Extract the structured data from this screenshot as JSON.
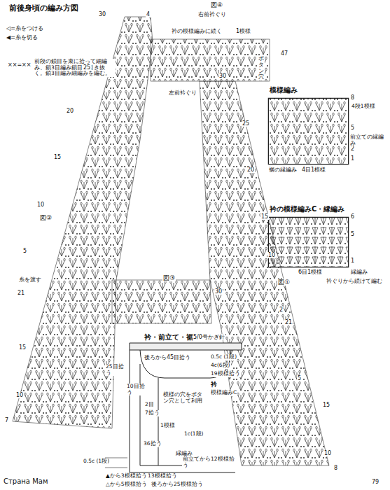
{
  "diagram": {
    "title": "前後身頃の編み方図",
    "nodes": [
      {
        "text": [
          "模様編み"
        ]
      },
      {
        "text": [
          "衿の模様編みC・縁編み"
        ]
      }
    ],
    "labels": [
      "××=××",
      "前段の鎖目を束に拾って細編み、鎖3目編み鎖目に引き抜く。鎖3目編み細編みを編む。",
      "30",
      "4",
      "25",
      "20",
      "15",
      "図②",
      "10",
      "5",
      "糸を渡す",
      "21",
      "15",
      "10",
      "7",
      "図④",
      "右前衿ぐり",
      "衿の模様編みに続く",
      "1模様",
      "47",
      "ボタン穴",
      "左前衿ぐり",
      "30",
      "25",
      "20",
      "15",
      "10",
      "図①",
      "2",
      "21",
      "5",
      "15",
      "10",
      "8",
      "図③",
      "30",
      "8",
      "4段1模様",
      "5",
      "1",
      "2",
      "前立ての縁編み",
      "裾の縁編み",
      "4目1模様",
      "6",
      "5",
      "1",
      "6目1模様",
      "縁編み",
      "衿ぐりから続けて編む",
      "衿・前立て・裾",
      "5/0号かぎ針",
      "後ろから45目拾う",
      "0.5c (1段)",
      "4c(6段)",
      "19模様拾う",
      "衿",
      "模様編みC",
      "25目拾う",
      "10目拾う",
      "2目",
      "7拾う",
      "模様の穴をボタン穴として利用",
      "1模様",
      "1c(1段)",
      "36拾う",
      "縁編み",
      "前立てから12模様拾う",
      "▲から3模様拾う",
      "△から5模様拾う",
      "0.5c (1段)",
      "13模様拾う",
      "後ろから25模様拾う",
      "Страна Мам",
      "79"
    ],
    "legend": [
      {
        "text": "◁=糸をつける"
      },
      {
        "text": "◀=糸を切る"
      }
    ]
  }
}
